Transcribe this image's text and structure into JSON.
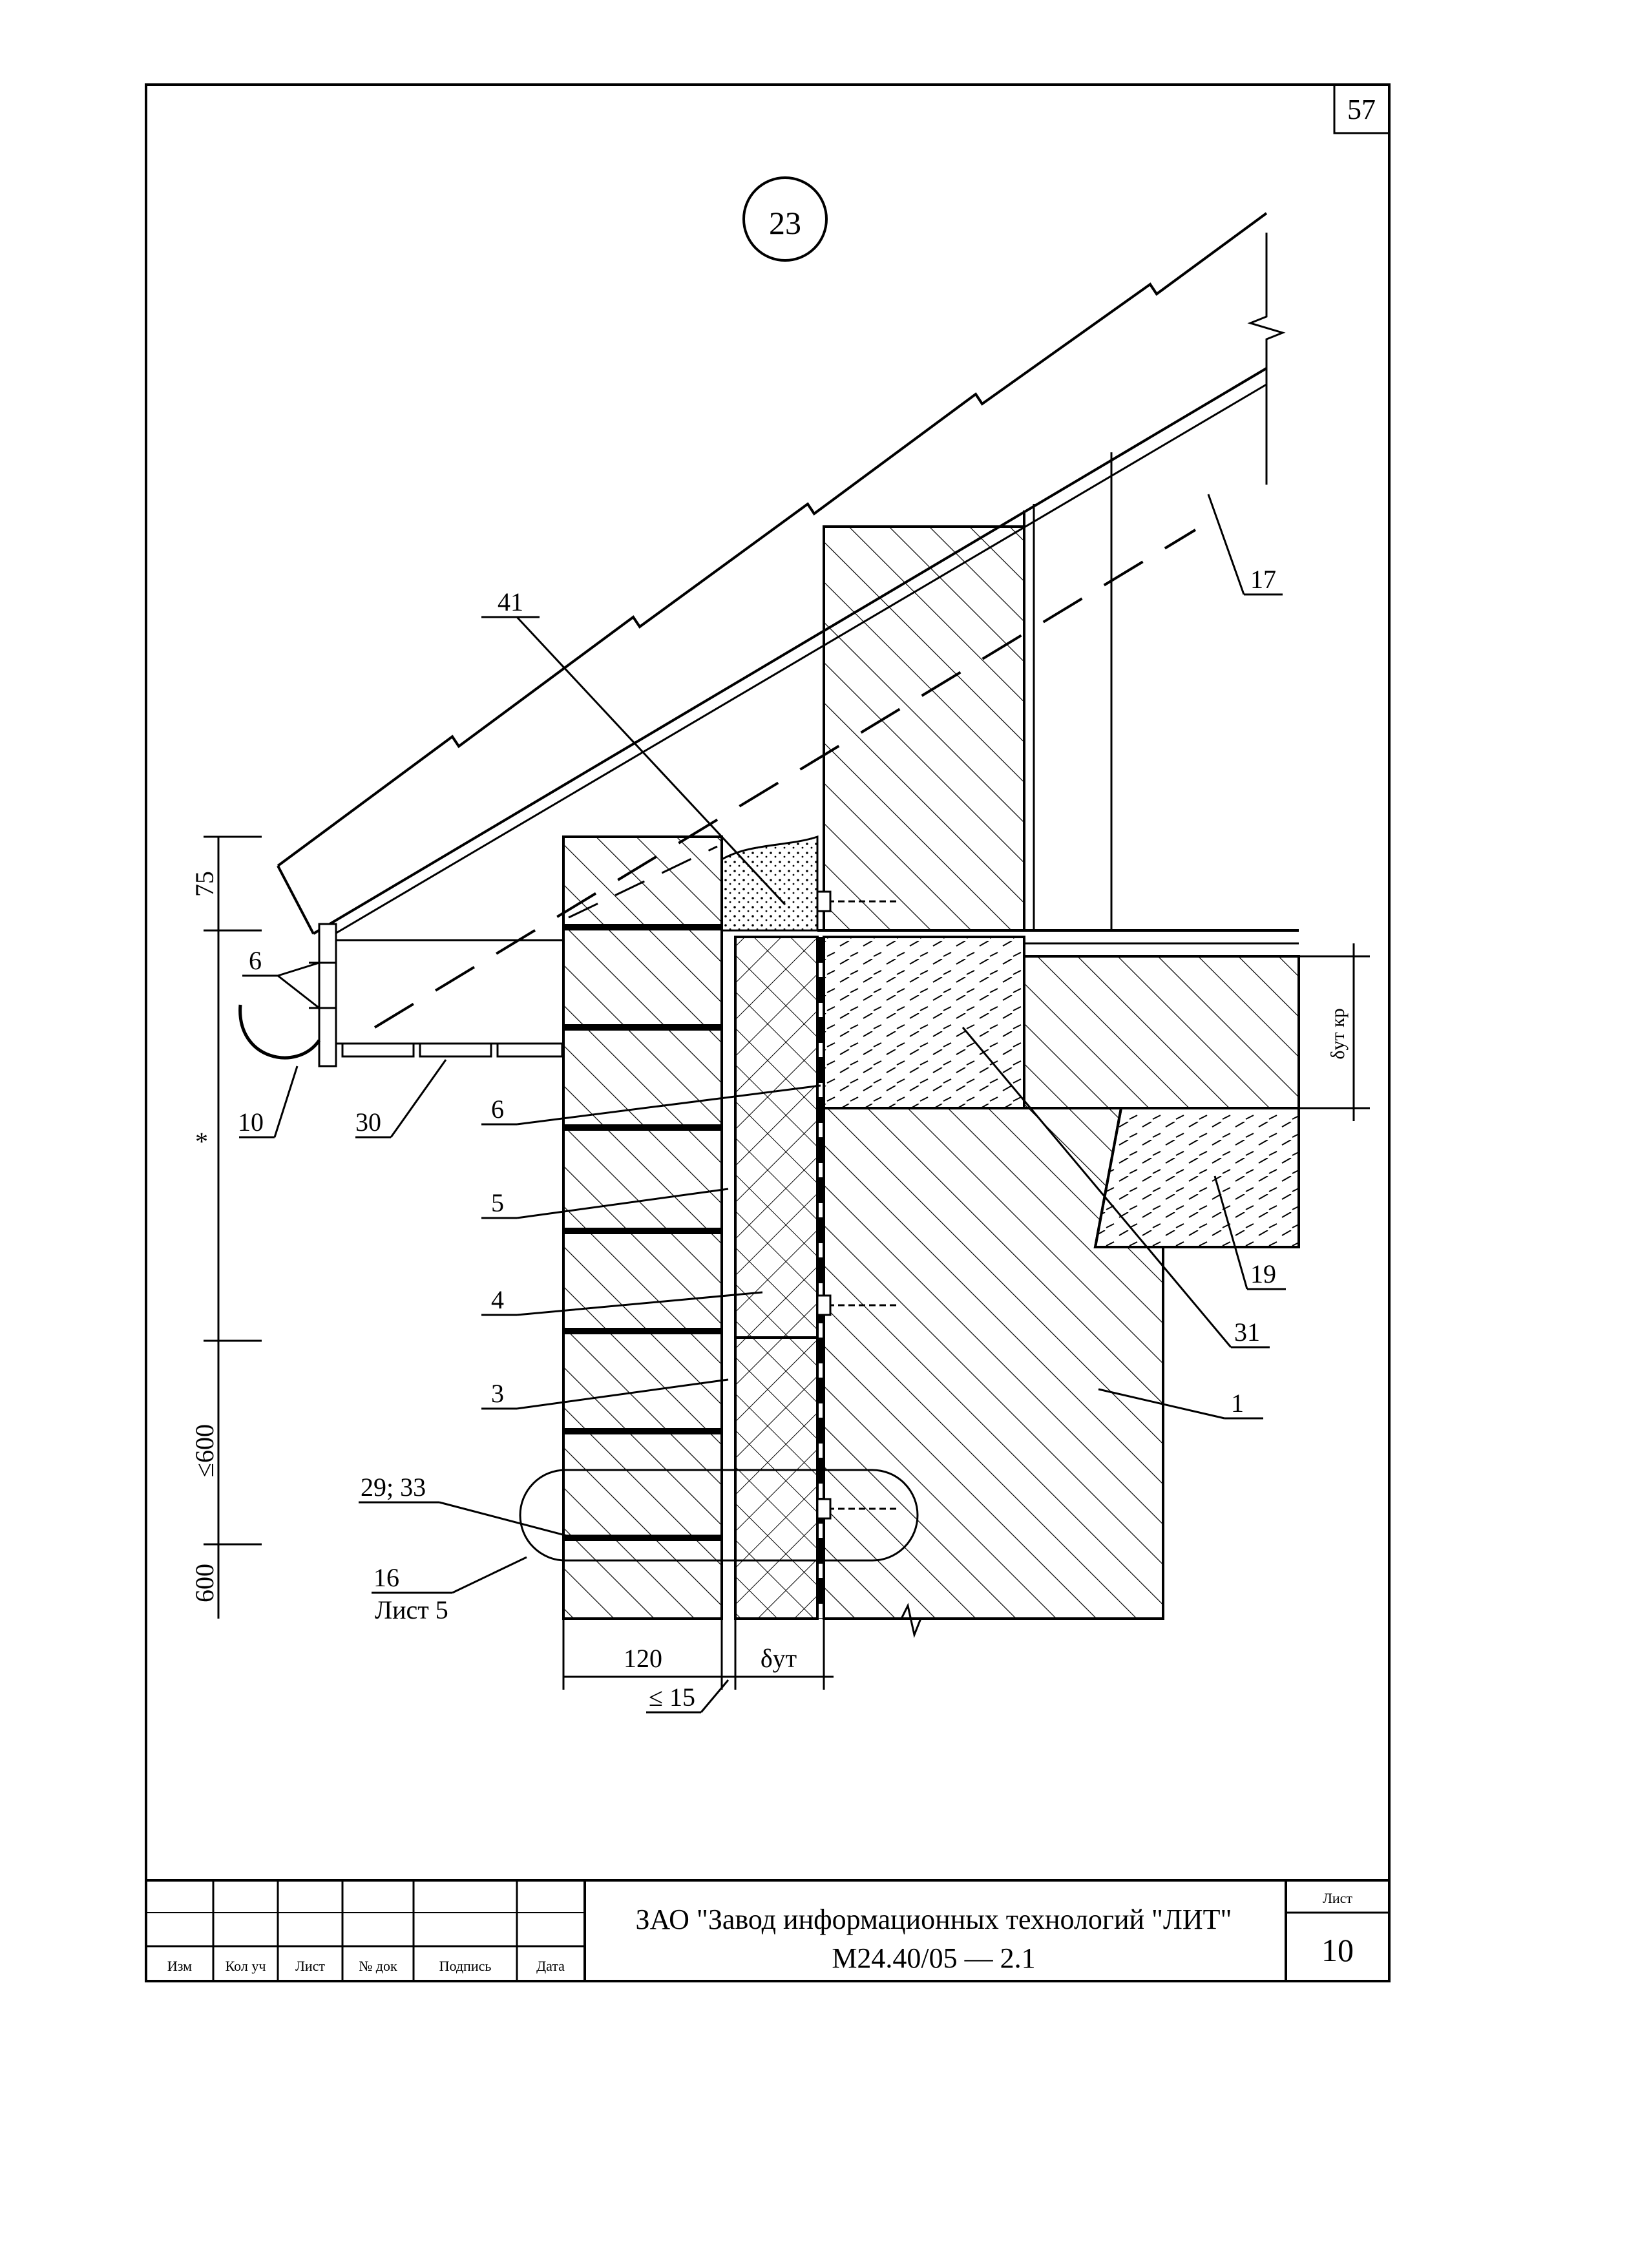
{
  "sheet": {
    "page_number": "57",
    "detail_number": "23"
  },
  "callouts": {
    "c41": "41",
    "c17": "17",
    "c6a": "6",
    "c10": "10",
    "c30": "30",
    "c6b": "6",
    "c5": "5",
    "c4": "4",
    "c3": "3",
    "c2933": "29; 33",
    "c16": "16",
    "c16_ref": "Лист 5",
    "c19": "19",
    "c31": "31",
    "c1": "1"
  },
  "dimensions": {
    "d75": "75",
    "star": "*",
    "le600": "≤600",
    "d600": "600",
    "d120": "120",
    "delta_ut": "δут",
    "le15": "≤ 15",
    "delta_ut_kr": "δут кр"
  },
  "title_block": {
    "company": "ЗАО \"Завод информационных технологий \"ЛИТ\"",
    "doc_code": "М24.40/05  —  2.1",
    "sheet_label": "Лист",
    "sheet_number": "10",
    "columns": [
      "Изм",
      "Кол уч",
      "Лист",
      "№ док",
      "Подпись",
      "Дата"
    ]
  }
}
